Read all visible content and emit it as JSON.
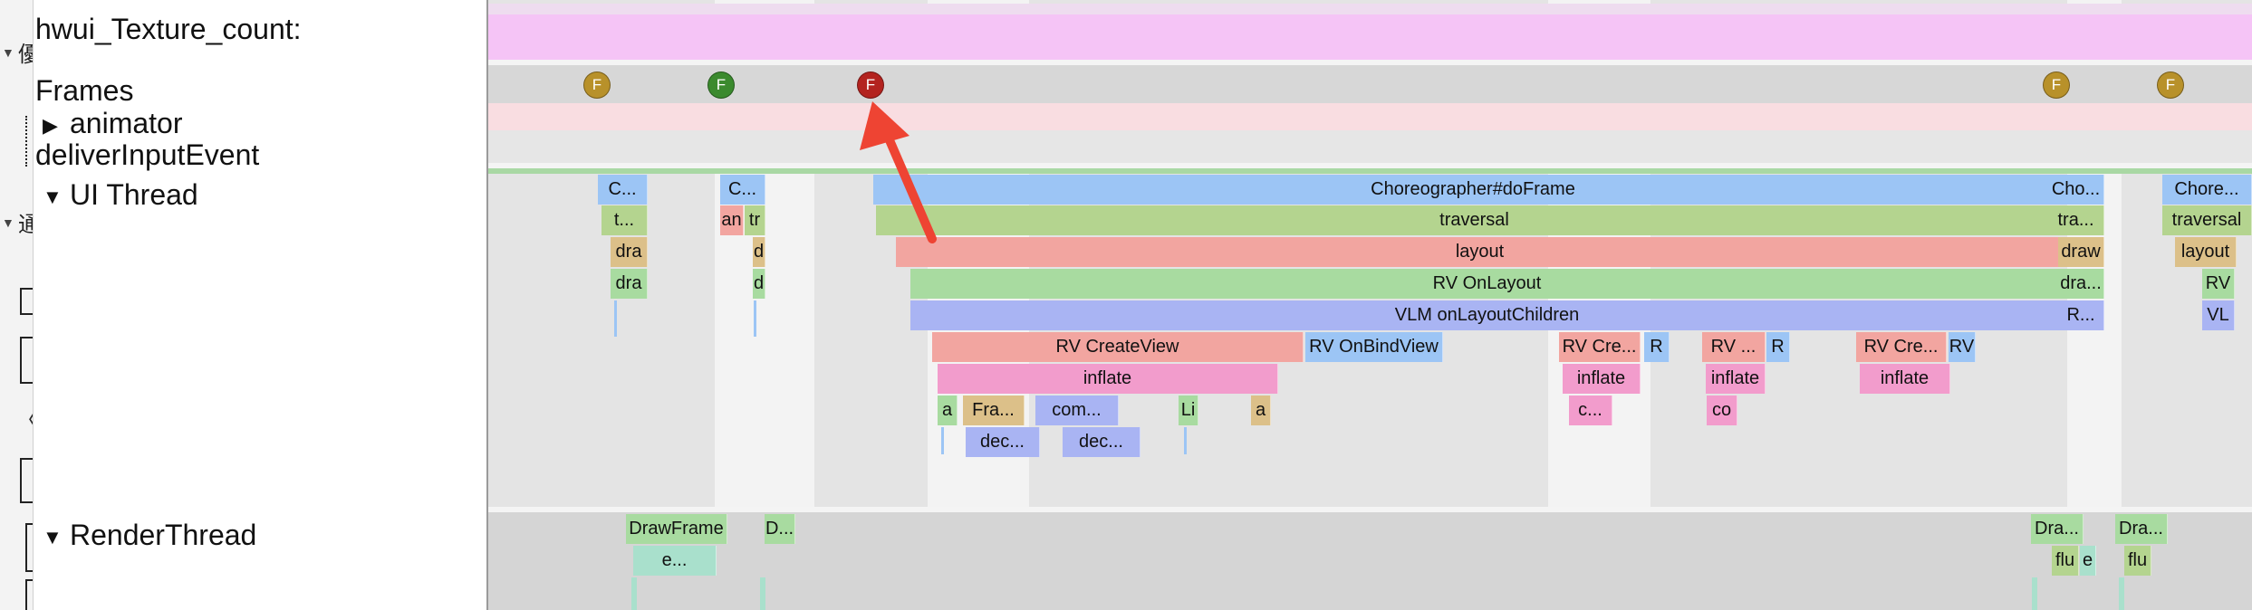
{
  "tracks": {
    "texture_count": "hwui_Texture_count:",
    "frames": "Frames",
    "animator": "animator",
    "deliver_input": "deliverInputEvent",
    "ui_thread": "UI Thread",
    "render_thread": "RenderThread"
  },
  "sidebar_glyphs": {
    "top": "優",
    "middle": "通"
  },
  "frame_markers": [
    "F",
    "F",
    "F",
    "F",
    "F"
  ],
  "slices": {
    "ui": {
      "c1": "C...",
      "t1": "t...",
      "dra1": "dra",
      "dra2": "dra",
      "c2": "C...",
      "an": "an",
      "tr": "tr",
      "d1": "d",
      "d2": "d",
      "choreo": "Choreographer#doFrame",
      "traversal": "traversal",
      "layout": "layout",
      "rv_onlayout": "RV OnLayout",
      "vlm": "VLM onLayoutChildren",
      "rv_create1": "RV CreateView",
      "rv_bind": "RV OnBindView",
      "rv_cre2": "RV Cre...",
      "r1": "R",
      "rv3": "RV ...",
      "r2": "R",
      "rv_cre4": "RV Cre...",
      "rv5": "RV",
      "inflate1": "inflate",
      "inflate2": "inflate",
      "inflate3": "inflate",
      "inflate4": "inflate",
      "a1": "a",
      "fra": "Fra...",
      "com": "com...",
      "li": "Li",
      "a2": "a",
      "dec1": "dec...",
      "dec2": "dec...",
      "c_small": "c...",
      "co": "co",
      "cho2": "Cho...",
      "tra2": "tra...",
      "draw2": "draw",
      "dra3": "dra...",
      "r3": "R...",
      "chore3": "Chore...",
      "traversal3": "traversal",
      "layout3": "layout",
      "rv6": "RV",
      "vl": "VL"
    },
    "render": {
      "drawframe": "DrawFrame",
      "e1": "e...",
      "d3": "D...",
      "dra4": "Dra...",
      "flu1": "flu",
      "e2": "e",
      "dra5": "Dra...",
      "flu2": "flu"
    }
  },
  "colors": {
    "texture_track": "#f5c4f6",
    "marker_gold": "#b8912a",
    "marker_green": "#3b8a2e",
    "marker_red": "#b3231f",
    "arrow": "#ee4433"
  },
  "icons": {
    "expanded": "triangle-down-icon",
    "collapsed": "triangle-right-icon",
    "annotation": "red-arrow-icon"
  }
}
